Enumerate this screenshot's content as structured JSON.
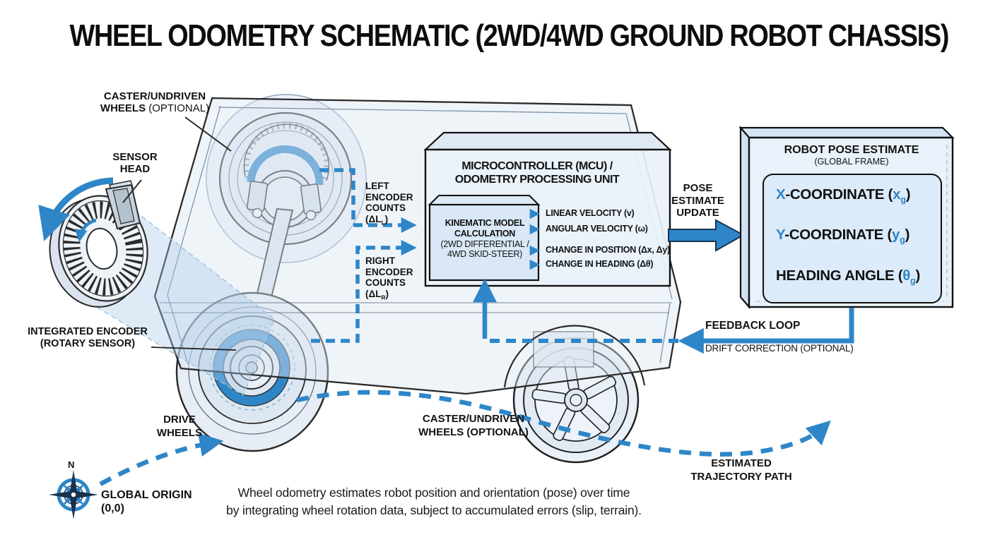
{
  "title": "WHEEL ODOMETRY SCHEMATIC (2WD/4WD GROUND ROBOT CHASSIS)",
  "colors": {
    "accent_blue": "#2e86c8",
    "arrow_outline": "#17344f",
    "ink": "#111111",
    "panel_fill": "#e9f1fa",
    "inner_panel_fill": "#dcebf9"
  },
  "icons": {
    "compass": "compass-rose-icon",
    "encoder_disc": "encoder-disc-icon",
    "sensor_head_wedge": "sensor-head-icon",
    "rotation_arrow": "rotation-arrow-icon"
  },
  "labels": {
    "caster_top_bold": "CASTER/UNDRIVEN WHEELS",
    "caster_top_note": "(OPTIONAL)",
    "sensor_head": "SENSOR HEAD",
    "integrated_encoder_1": "INTEGRATED ENCODER",
    "integrated_encoder_2": "(ROTARY SENSOR)",
    "drive_wheels": "DRIVE WHEELS",
    "caster_bottom_1": "CASTER/UNDRIVEN",
    "caster_bottom_2": "WHEELS (OPTIONAL)"
  },
  "encoder_inputs": {
    "left": {
      "l1": "LEFT",
      "l2": "ENCODER",
      "l3": "COUNTS",
      "sym": "(ΔL",
      "sub": "L",
      "end": ")"
    },
    "right": {
      "l1": "RIGHT",
      "l2": "ENCODER",
      "l3": "COUNTS",
      "sym": "(ΔL",
      "sub": "R",
      "end": ")"
    }
  },
  "mcu": {
    "title_1": "MICROCONTROLLER (MCU) /",
    "title_2": "ODOMETRY PROCESSING UNIT",
    "kinematic_1": "KINEMATIC MODEL",
    "kinematic_2": "CALCULATION",
    "kinematic_3": "(2WD DIFFERENTIAL /",
    "kinematic_4": "4WD SKID-STEER)",
    "outputs": [
      "LINEAR VELOCITY (v)",
      "ANGULAR VELOCITY (ω)",
      "CHANGE IN POSITION (Δx, Δy)",
      "CHANGE IN HEADING (Δθ)"
    ]
  },
  "pose_update": "POSE ESTIMATE UPDATE",
  "pose_panel": {
    "title": "ROBOT POSE ESTIMATE",
    "subtitle": "(GLOBAL FRAME)",
    "rows": [
      {
        "lead": "X",
        "body": "-COORDINATE (",
        "v": "x",
        "sub": "g",
        "end": ")"
      },
      {
        "lead": "Y",
        "body": "-COORDINATE (",
        "v": "y",
        "sub": "g",
        "end": ")"
      },
      {
        "lead": "",
        "body": "HEADING ANGLE (",
        "v": "θ",
        "sub": "g",
        "end": ")"
      }
    ]
  },
  "feedback": {
    "title": "FEEDBACK LOOP",
    "subtitle": "DRIFT CORRECTION (OPTIONAL)"
  },
  "trajectory_label": "ESTIMATED TRAJECTORY PATH",
  "origin": {
    "compass_n": "N",
    "line1": "GLOBAL ORIGIN",
    "line2": "(0,0)"
  },
  "caption": {
    "line1": "Wheel odometry estimates robot position and orientation (pose) over time",
    "line2": "by integrating wheel rotation data, subject to accumulated errors (slip, terrain)."
  }
}
